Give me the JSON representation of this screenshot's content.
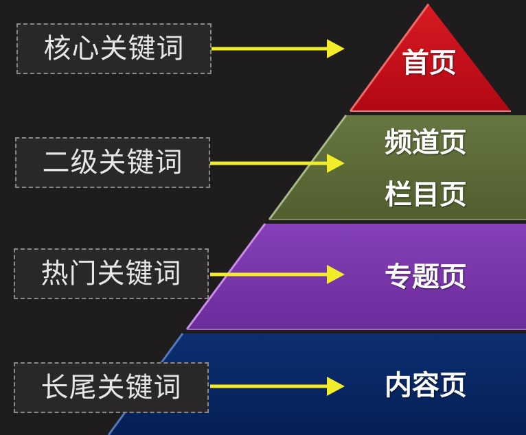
{
  "colors": {
    "background": "#1f1c1d",
    "arrow": "#f2ec2a",
    "layer_1": "#c8101b",
    "layer_2": "#5b6b36",
    "layer_3": "#7b35ad",
    "layer_4": "#072764"
  },
  "rows": [
    {
      "keyword": "核心关键词",
      "pages": [
        "首页"
      ]
    },
    {
      "keyword": "二级关键词",
      "pages": [
        "频道页",
        "栏目页"
      ]
    },
    {
      "keyword": "热门关键词",
      "pages": [
        "专题页"
      ]
    },
    {
      "keyword": "长尾关键词",
      "pages": [
        "内容页"
      ]
    }
  ]
}
